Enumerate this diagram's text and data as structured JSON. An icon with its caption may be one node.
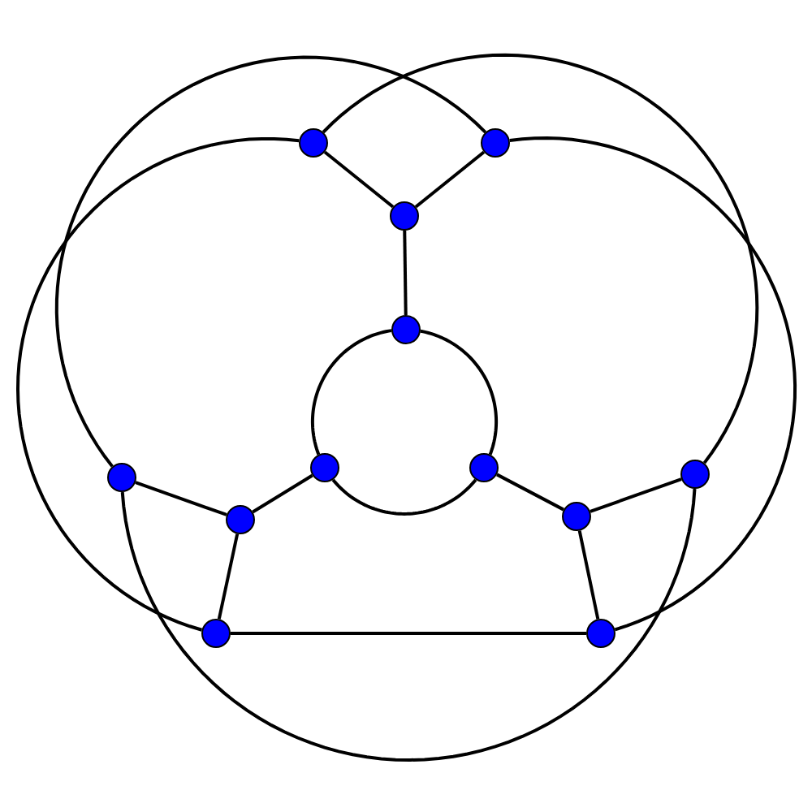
{
  "diagram": {
    "nodes": [
      {
        "text": [],
        "shape": "circle"
      },
      {
        "text": [],
        "shape": "circle"
      },
      {
        "text": [],
        "shape": "circle"
      },
      {
        "text": [],
        "shape": "circle"
      },
      {
        "text": [],
        "shape": "circle"
      },
      {
        "text": [],
        "shape": "circle"
      },
      {
        "text": [],
        "shape": "circle"
      },
      {
        "text": [],
        "shape": "circle"
      },
      {
        "text": [],
        "shape": "circle"
      },
      {
        "text": [],
        "shape": "circle"
      },
      {
        "text": [],
        "shape": "circle"
      },
      {
        "text": [],
        "shape": "circle"
      }
    ],
    "edges": [
      {
        "from": 0,
        "to": 2,
        "arrow": "none"
      },
      {
        "from": 1,
        "to": 2,
        "arrow": "none"
      },
      {
        "from": 2,
        "to": 3,
        "arrow": "none"
      },
      {
        "from": 3,
        "to": 5,
        "arrow": "none"
      },
      {
        "from": 3,
        "to": 6,
        "arrow": "none"
      },
      {
        "from": 5,
        "to": 6,
        "arrow": "none"
      },
      {
        "from": 5,
        "to": 8,
        "arrow": "none"
      },
      {
        "from": 6,
        "to": 9,
        "arrow": "none"
      },
      {
        "from": 4,
        "to": 8,
        "arrow": "none"
      },
      {
        "from": 8,
        "to": 10,
        "arrow": "none"
      },
      {
        "from": 7,
        "to": 9,
        "arrow": "none"
      },
      {
        "from": 9,
        "to": 11,
        "arrow": "none"
      },
      {
        "from": 10,
        "to": 11,
        "arrow": "none"
      },
      {
        "from": 0,
        "to": 7,
        "arrow": "none"
      },
      {
        "from": 1,
        "to": 4,
        "arrow": "none"
      },
      {
        "from": 0,
        "to": 10,
        "arrow": "none"
      },
      {
        "from": 1,
        "to": 11,
        "arrow": "none"
      },
      {
        "from": 4,
        "to": 7,
        "arrow": "none"
      }
    ]
  }
}
